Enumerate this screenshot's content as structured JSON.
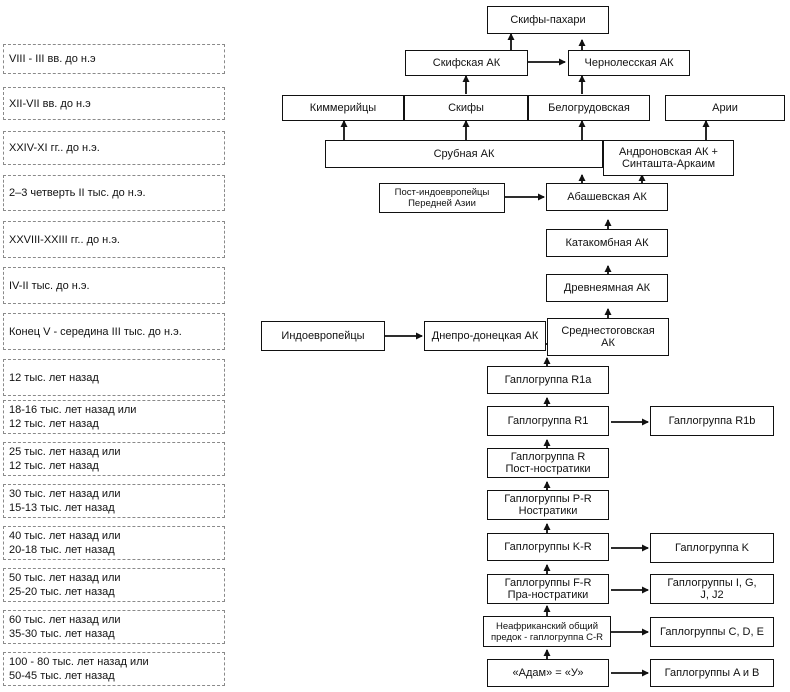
{
  "periods": [
    "VIII - III вв. до н.э",
    "XII-VII вв. до н.э",
    "XXIV-XI гг.. до н.э.",
    "2–3 четверть II тыс. до н.э.",
    "XXVIII-XXIII гг.. до н.э.",
    "IV-II тыс. до н.э.",
    "Конец V - середина III тыс. до н.э.",
    "12 тыс. лет назад",
    "18-16 тыс. лет назад или\n12 тыс. лет назад",
    "25 тыс. лет назад или\n12 тыс. лет назад",
    "30 тыс. лет назад или\n15-13 тыс. лет назад",
    "40 тыс. лет назад или\n20-18 тыс. лет назад",
    "50 тыс. лет назад или\n25-20 тыс. лет назад",
    "60 тыс. лет назад или\n35-30 тыс. лет назад",
    "100 - 80 тыс. лет назад или\n50-45 тыс. лет назад"
  ],
  "nodes": {
    "skify_pahari": "Скифы-пахари",
    "skifskaya_ak": "Скифская АК",
    "chernolesskaya_ak": "Чернолесская АК",
    "kimmeriytsy": "Киммерийцы",
    "skify": "Скифы",
    "belogrudovskaya": "Белогрудовская",
    "arii": "Арии",
    "srubnaya_ak": "Срубная АК",
    "andronovskaya_ak": "Андроновская АК +\nСинташта-Аркаим",
    "post_indoevropeytsy": "Пост-индоевропейцы\nПередней Азии",
    "abashevskaya_ak": "Абашевская АК",
    "katakombnaya_ak": "Катакомбная АК",
    "drevneyamnaya_ak": "Древнеямная АК",
    "indoevropeytsy": "Индоевропейцы",
    "dnepro_donetskaya_ak": "Днепро-донецкая АК",
    "srednestogovskaya_ak": "Среднестоговская\nАК",
    "hg_r1a": "Гаплогруппа R1a",
    "hg_r1": "Гаплогруппа R1",
    "hg_r1b": "Гаплогруппа R1b",
    "hg_r": "Гаплогруппа R\nПост-ностратики",
    "hg_pr": "Гаплогруппы P-R\nНостратики",
    "hg_kr": "Гаплогруппы K-R",
    "hg_k": "Гаплогруппа K",
    "hg_fr": "Гаплогруппы F-R\nПра-ностратики",
    "hg_igj": "Гаплогруппы I, G,\nJ, J2",
    "nonafrican_cr": "Неафриканский общий\nпредок - гаплогруппа C-R",
    "hg_cde": "Гаплогруппы C, D, E",
    "adam_y": "«Адам» = «У»",
    "hg_ab": "Гаплогруппы A и B"
  }
}
